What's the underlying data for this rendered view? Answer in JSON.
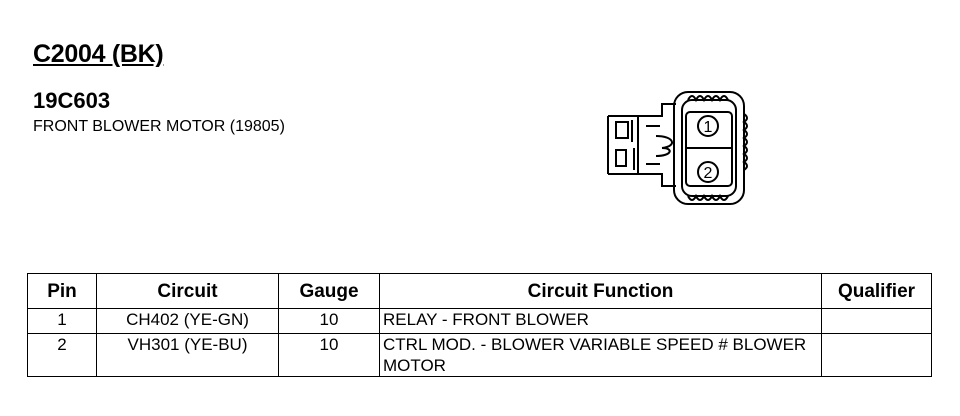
{
  "connector": {
    "id": "C2004 (BK)",
    "part_number": "19C603",
    "description": "FRONT BLOWER MOTOR (19805)"
  },
  "diagram": {
    "pin_labels": [
      "1",
      "2"
    ]
  },
  "table": {
    "headers": {
      "pin": "Pin",
      "circuit": "Circuit",
      "gauge": "Gauge",
      "function": "Circuit Function",
      "qualifier": "Qualifier"
    },
    "rows": [
      {
        "pin": "1",
        "circuit": "CH402 (YE-GN)",
        "gauge": "10",
        "function": "RELAY - FRONT BLOWER",
        "qualifier": ""
      },
      {
        "pin": "2",
        "circuit": "VH301 (YE-BU)",
        "gauge": "10",
        "function": "CTRL MOD. - BLOWER VARIABLE SPEED # BLOWER MOTOR",
        "qualifier": ""
      }
    ]
  }
}
